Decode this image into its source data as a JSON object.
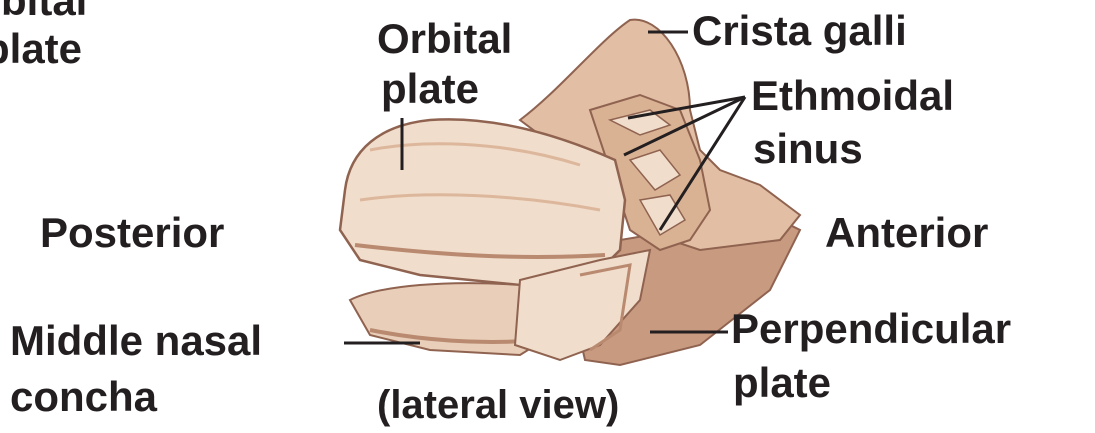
{
  "labels": {
    "orbital_plate_cropped_line1": "Orbital",
    "orbital_plate_cropped_line2": "plate",
    "orbital_plate_line1": "Orbital",
    "orbital_plate_line2": "plate",
    "crista_galli": "Crista galli",
    "ethmoidal_sinus_line1": "Ethmoidal",
    "ethmoidal_sinus_line2": "sinus",
    "posterior": "Posterior",
    "anterior": "Anterior",
    "middle_nasal_concha_line1": "Middle nasal",
    "middle_nasal_concha_line2": "concha",
    "perpendicular_plate_line1": "Perpendicular",
    "perpendicular_plate_line2": "plate",
    "caption": "(lateral view)"
  },
  "colors": {
    "bone_light": "#f1ddcb",
    "bone_mid": "#ddb79c",
    "bone_dark": "#b98a70",
    "bone_shadow": "#8f6350",
    "text": "#231f20"
  }
}
